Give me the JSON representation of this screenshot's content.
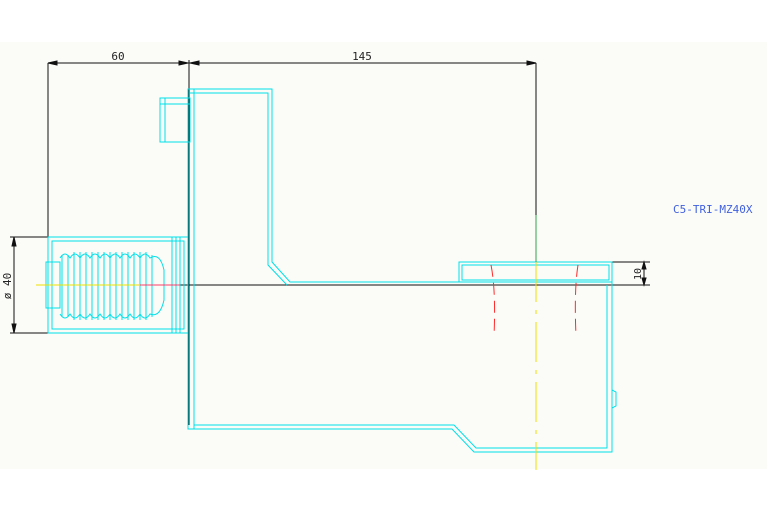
{
  "dimensions": {
    "width_left": "60",
    "width_right": "145",
    "diameter": "ø 40",
    "height_small": "10"
  },
  "part_label": "C5-TRI-MZ40X",
  "colors": {
    "background": "#fbfcf8",
    "outline": "#00e0e8",
    "dimension": "#111111",
    "centerline": "#f0e000",
    "hidden": "#ff2a2a",
    "label": "#3f5fe0"
  }
}
